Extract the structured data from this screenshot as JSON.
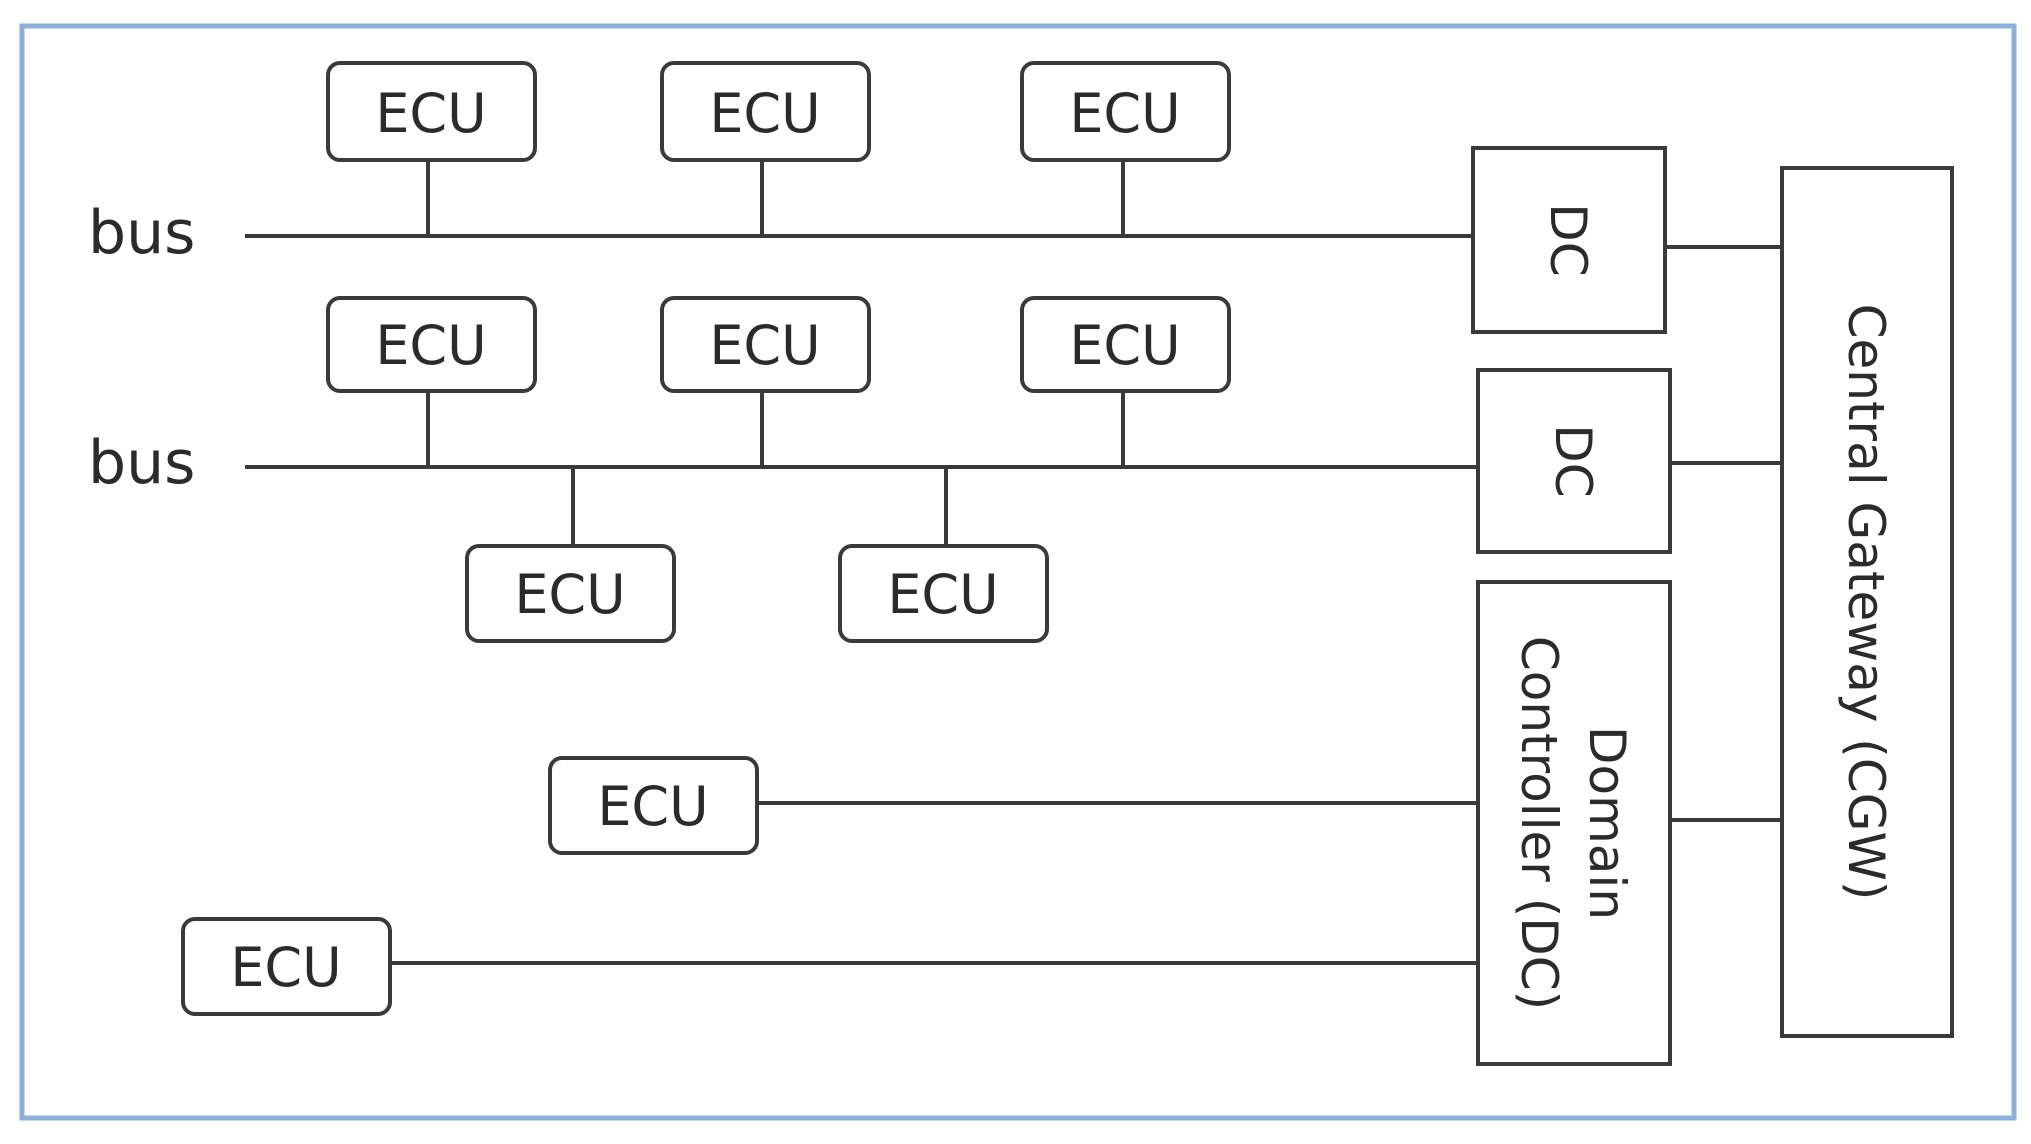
{
  "diagram": {
    "bus_labels": [
      "bus",
      "bus"
    ],
    "ecu_label": "ECU",
    "dc_short_label": "DC",
    "domain_controller_label": [
      "Domain",
      "Controller (DC)"
    ],
    "central_gateway_label": "Central Gateway (CGW)",
    "colors": {
      "frame_border": "#8fb0d6",
      "line": "#3a3a3a",
      "text": "#2b2b2b"
    }
  }
}
